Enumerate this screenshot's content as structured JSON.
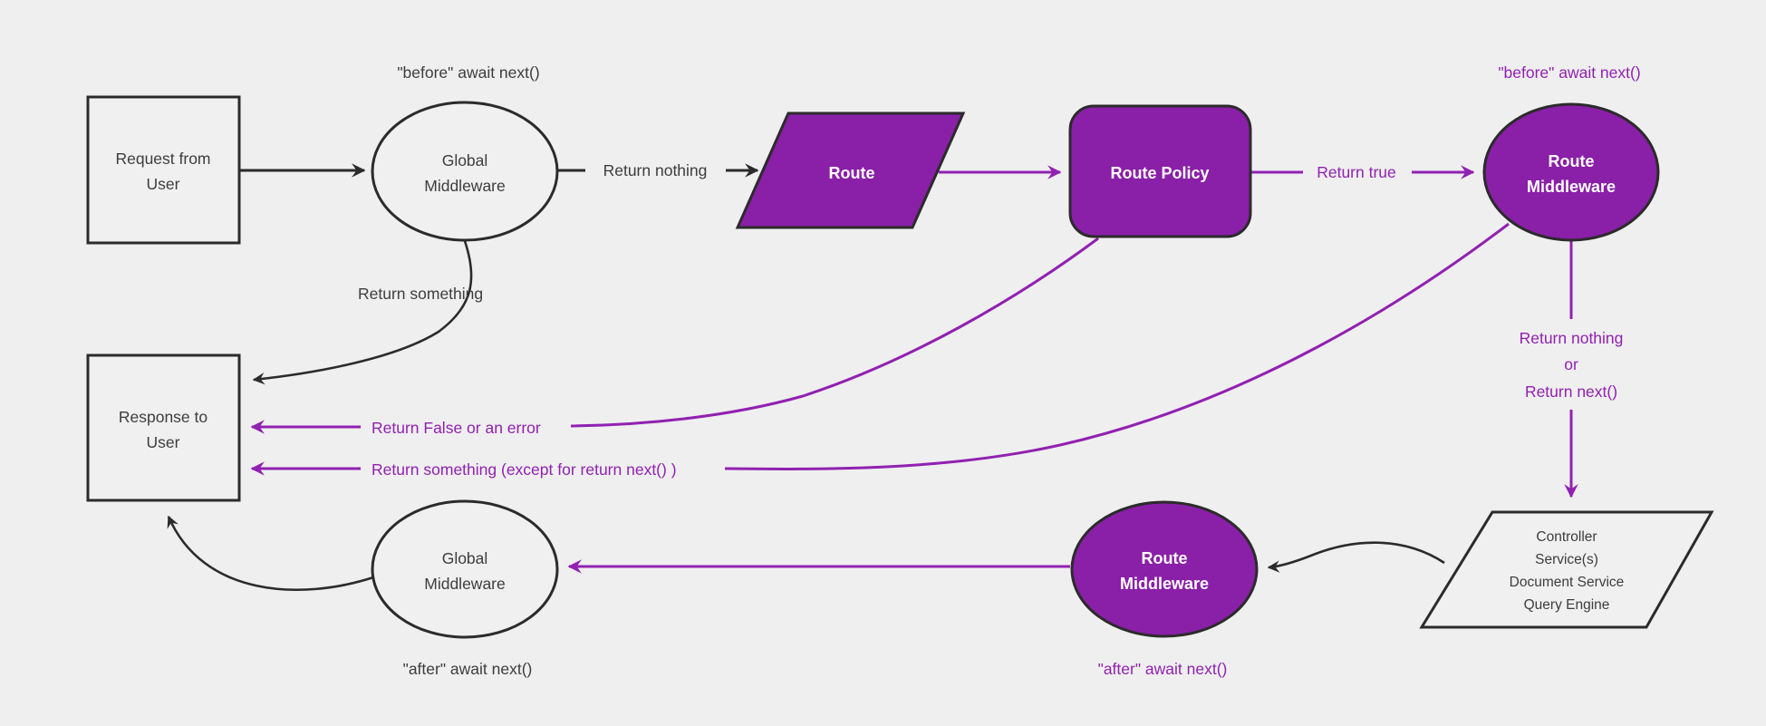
{
  "colors": {
    "background": "#efefef",
    "node_fill_light": "#f0f0f0",
    "node_fill_purple": "#8a1fa8",
    "stroke_dark": "#2b2b2b",
    "text_dark": "#3d3d3d",
    "purple": "#9121b1",
    "text_white": "#ffffff"
  },
  "nodes": {
    "request": {
      "lines": [
        "Request from",
        "User"
      ]
    },
    "global_middleware_top": {
      "lines": [
        "Global",
        "Middleware"
      ]
    },
    "route": {
      "label": "Route"
    },
    "route_policy": {
      "label": "Route Policy"
    },
    "route_middleware_top": {
      "lines": [
        "Route",
        "Middleware"
      ]
    },
    "controller": {
      "lines": [
        "Controller",
        "Service(s)",
        "Document Service",
        "Query Engine"
      ]
    },
    "route_middleware_bottom": {
      "lines": [
        "Route",
        "Middleware"
      ]
    },
    "global_middleware_bottom": {
      "lines": [
        "Global",
        "Middleware"
      ]
    },
    "response": {
      "lines": [
        "Response to",
        "User"
      ]
    }
  },
  "labels": {
    "before_left": "\"before\" await next()",
    "before_right": "\"before\" await next()",
    "return_nothing": "Return nothing",
    "return_true": "Return true",
    "return_nothing_or": [
      "Return nothing",
      "or",
      "Return next()"
    ],
    "return_something": "Return something",
    "return_false": "Return False or an error",
    "return_something_except": "Return something (except for return next() )",
    "after_left": "\"after\" await next()",
    "after_right": "\"after\" await next()"
  }
}
